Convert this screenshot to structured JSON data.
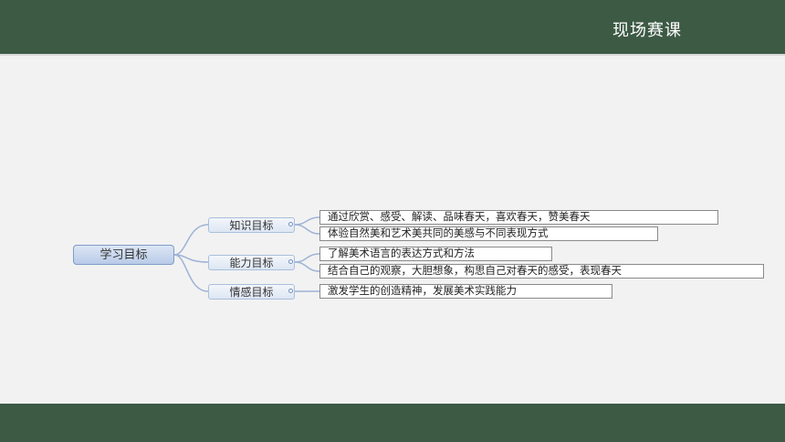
{
  "header": {
    "title": "现场赛课"
  },
  "mindmap": {
    "root": "学习目标",
    "branches": [
      {
        "label": "知识目标",
        "items": [
          "通过欣赏、感受、解读、品味春天，喜欢春天，赞美春天",
          "体验自然美和艺术美共同的美感与不同表现方式"
        ]
      },
      {
        "label": "能力目标",
        "items": [
          "了解美术语言的表达方式和方法",
          "结合自己的观察，大胆想象，构思自己对春天的感受，表现春天"
        ]
      },
      {
        "label": "情感目标",
        "items": [
          "激发学生的创造精神，发展美术实践能力"
        ]
      }
    ]
  },
  "colors": {
    "bar": "#3d5a45",
    "background": "#f2f2f2",
    "line": "#9db3d6"
  }
}
